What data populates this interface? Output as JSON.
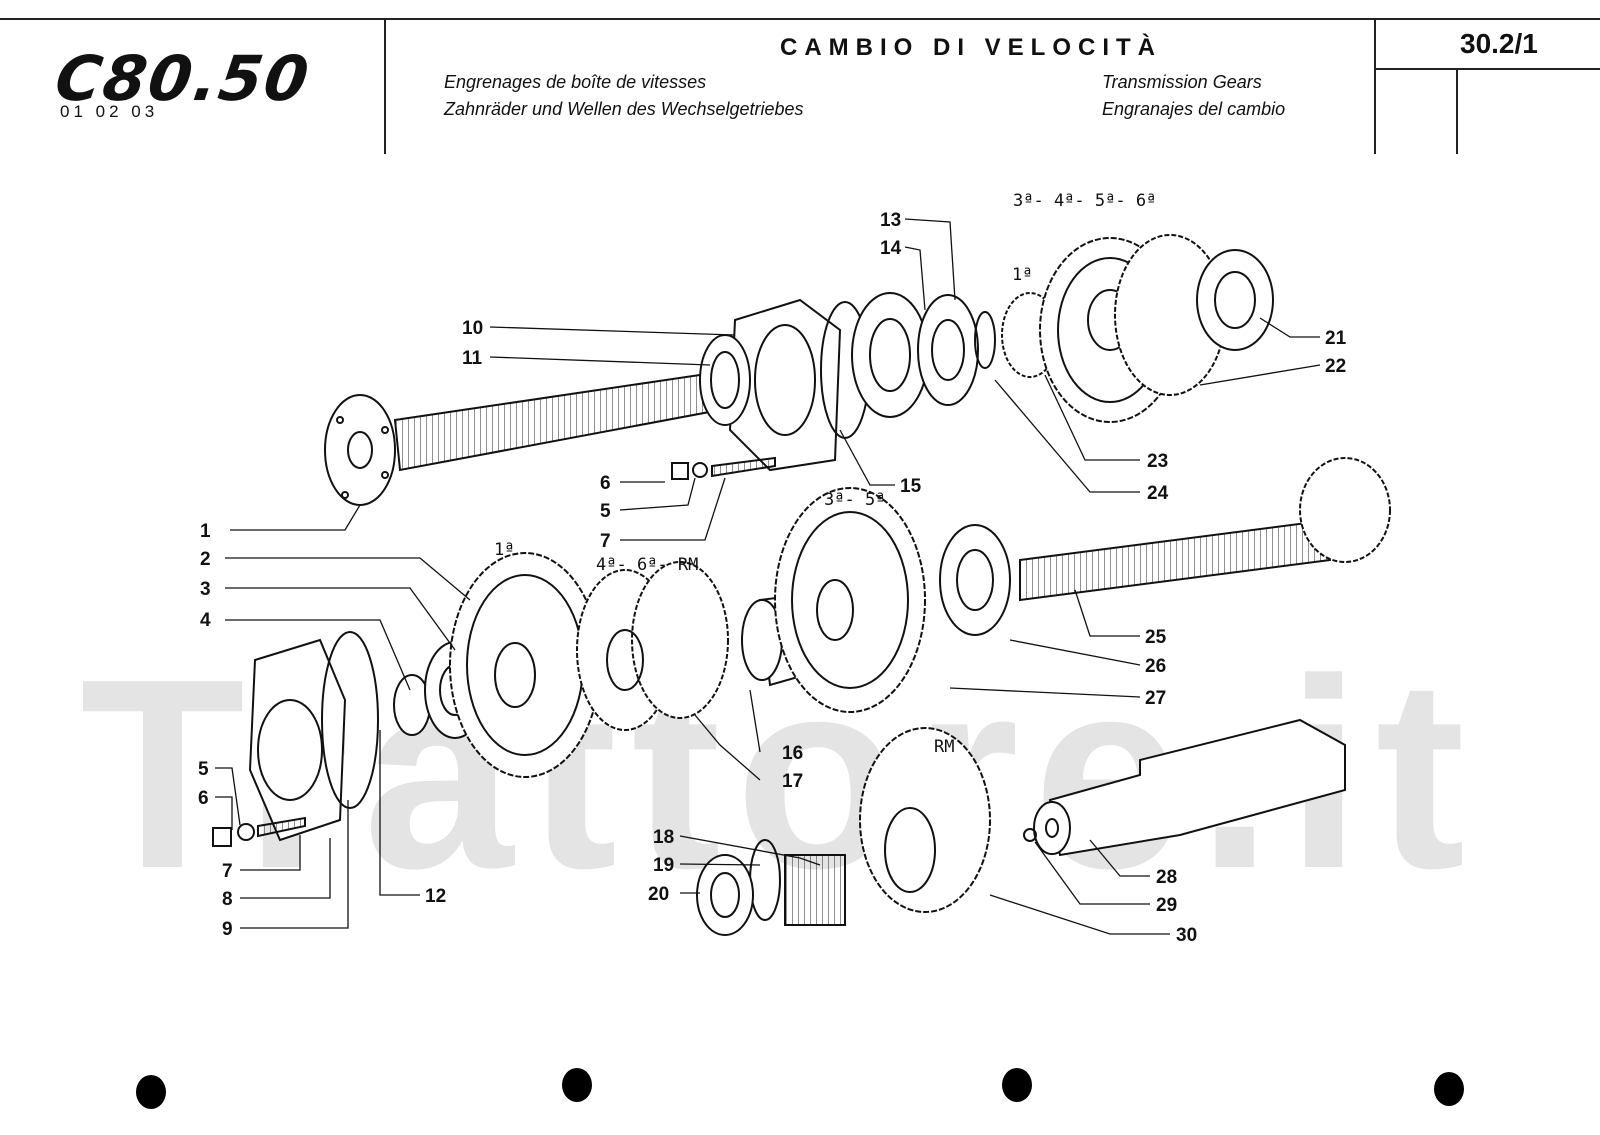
{
  "header": {
    "model": "C80.50",
    "model_codes": "01 02 03",
    "title_it": "CAMBIO DI VELOCITÀ",
    "title_fr": "Engrenages de boîte de vitesses",
    "title_de": "Zahnräder und Wellen des Wechselgetriebes",
    "title_en": "Transmission Gears",
    "title_es": "Engranajes del cambio",
    "page_number": "30.2/1"
  },
  "watermark": "Trattore.it",
  "gear_labels": {
    "upper_1a": "1ª",
    "upper_3_6": "3ª- 4ª- 5ª- 6ª",
    "mid_1a": "1ª",
    "mid_4_6_rm": "4ª- 6ª- RM",
    "mid_3_5": "3ª- 5ª",
    "lower_rm": "RM"
  },
  "callouts": {
    "c1": "1",
    "c2": "2",
    "c3": "3",
    "c4": "4",
    "c5a": "5",
    "c6a": "6",
    "c7a": "7",
    "c5b": "5",
    "c6b": "6",
    "c7b": "7",
    "c8": "8",
    "c9": "9",
    "c10": "10",
    "c11": "11",
    "c12": "12",
    "c13": "13",
    "c14": "14",
    "c15": "15",
    "c16": "16",
    "c17": "17",
    "c18": "18",
    "c19": "19",
    "c20": "20",
    "c21": "21",
    "c22": "22",
    "c23": "23",
    "c24": "24",
    "c25": "25",
    "c26": "26",
    "c27": "27",
    "c28": "28",
    "c29": "29",
    "c30": "30"
  },
  "colors": {
    "ink": "#111111",
    "watermark": "#e4e4e4"
  }
}
